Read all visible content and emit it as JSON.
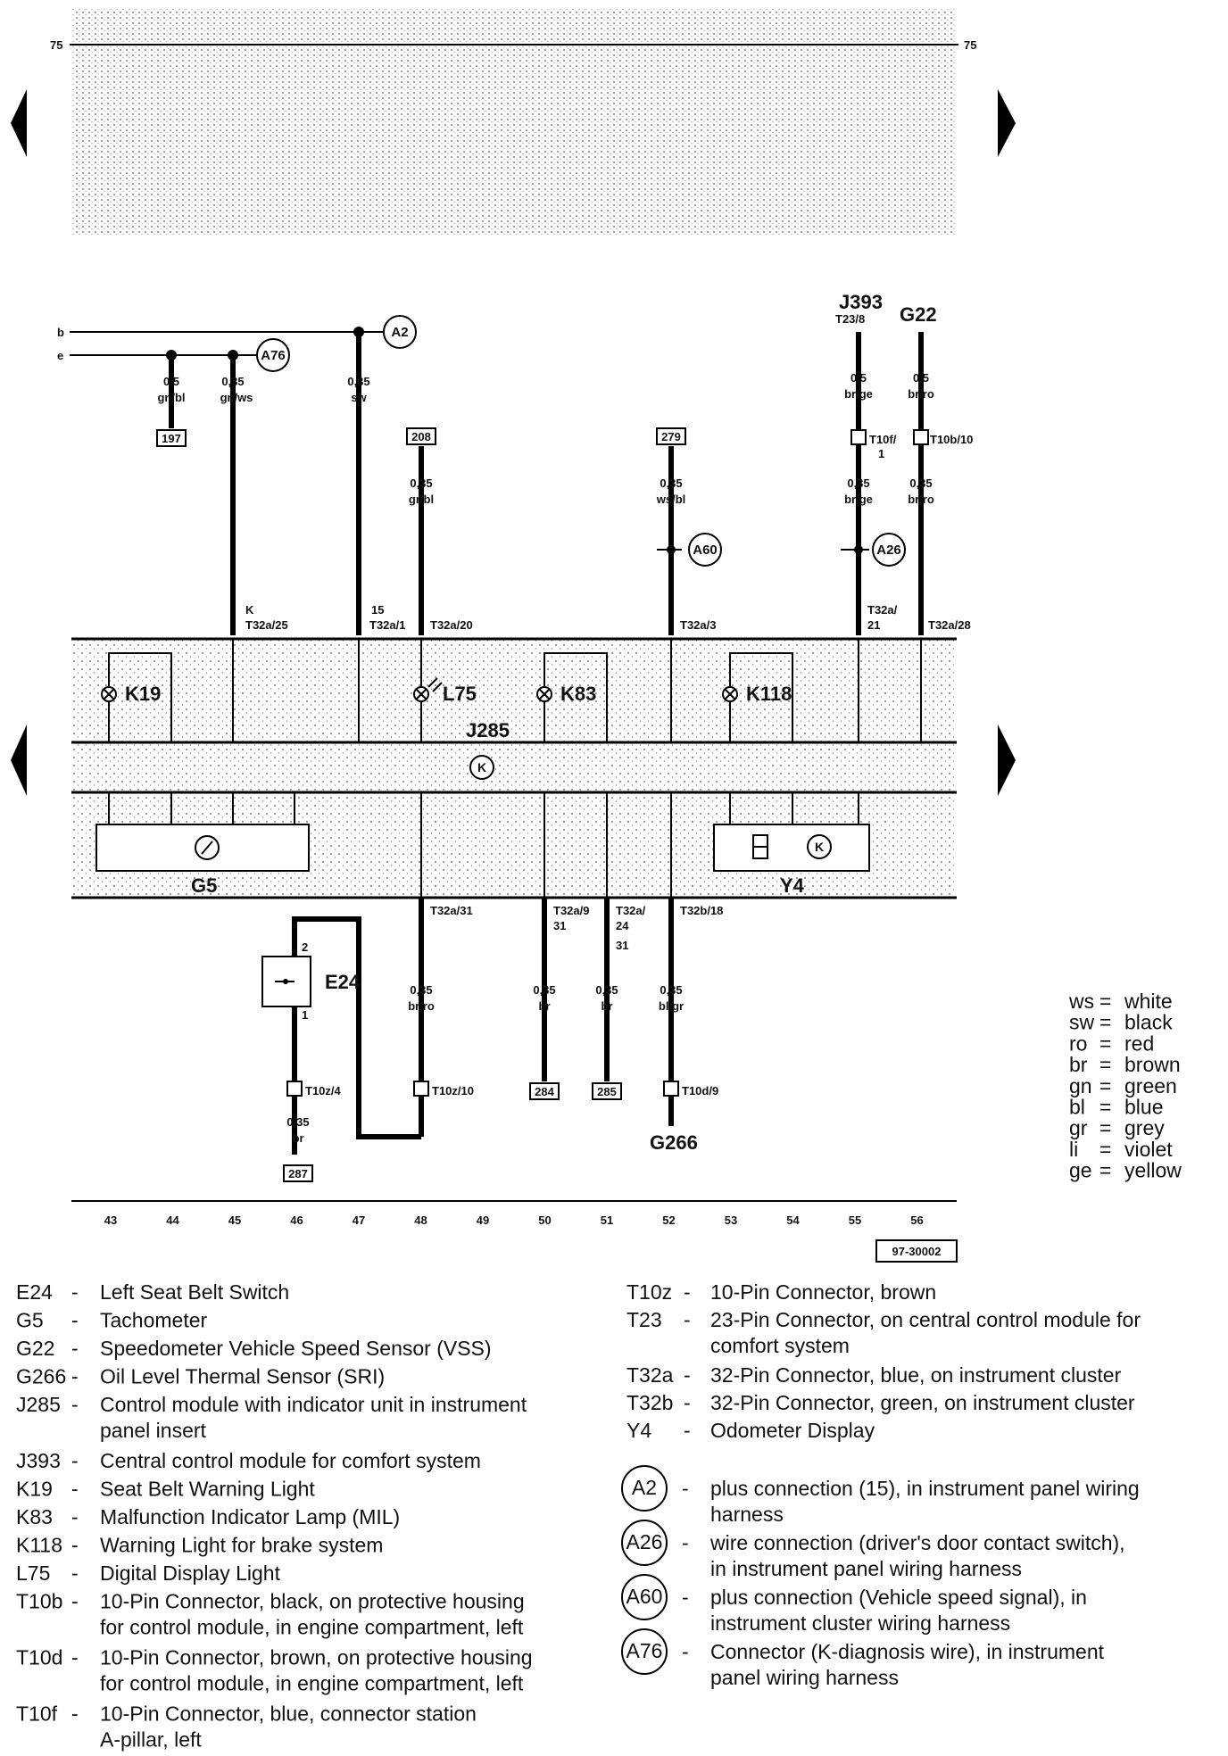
{
  "top_strip": {
    "left_mark": "75",
    "right_mark": "75"
  },
  "bus": {
    "b": "b",
    "e": "e"
  },
  "connectors": {
    "A2": "A2",
    "A76": "A76",
    "A60": "A60",
    "A26": "A26",
    "K_mark": "K"
  },
  "components": {
    "J393": "J393",
    "J393_pin": "T23/8",
    "G22": "G22",
    "K19": "K19",
    "L75": "L75",
    "K83": "K83",
    "K118": "K118",
    "J285": "J285",
    "G5": "G5",
    "Y4": "Y4",
    "E24": "E24",
    "G266": "G266"
  },
  "wire_labels": {
    "w1_size": "0,5",
    "w1_color": "gn/bl",
    "w2_size": "0,35",
    "w2_color": "gn/ws",
    "w3_size": "0,35",
    "w3_color": "sw",
    "w4_size": "0,35",
    "w4_color": "gr/bl",
    "w5_size": "0,35",
    "w5_color": "ws/bl",
    "w6a_size": "0,5",
    "w6a_color": "br/ge",
    "w6b_size": "0,35",
    "w6b_color": "br/ge",
    "w7a_size": "0,5",
    "w7a_color": "br/ro",
    "w7b_size": "0,35",
    "w7b_color": "br/ro",
    "w8_size": "0,35",
    "w8_color": "br/ro",
    "w9_size": "0,35",
    "w9_color": "br",
    "w10_size": "0,35",
    "w10_color": "br",
    "w11_size": "0,35",
    "w11_color": "bl/gr",
    "w12_size": "0,35",
    "w12_color": "br"
  },
  "refs": {
    "r197": "197",
    "r208": "208",
    "r279": "279",
    "r284": "284",
    "r285": "285",
    "r287": "287"
  },
  "pins": {
    "p25_k": "K",
    "p25": "T32a/25",
    "p1_15": "15",
    "p1": "T32a/1",
    "p20": "T32a/20",
    "p3": "T32a/3",
    "p21a": "T32a/",
    "p21b": "21",
    "p28": "T32a/28",
    "t10f_a": "T10f/",
    "t10f_b": "1",
    "t10b": "T10b/10",
    "p31": "T32a/31",
    "p9a": "T32a/9",
    "p9b": "31",
    "p24a": "T32a/",
    "p24b": "24",
    "p24c": "31",
    "p18": "T32b/18",
    "e24_2": "2",
    "e24_1": "1",
    "t10z4": "T10z/4",
    "t10z10": "T10z/10",
    "t10d9": "T10d/9"
  },
  "scale": [
    "43",
    "44",
    "45",
    "46",
    "47",
    "48",
    "49",
    "50",
    "51",
    "52",
    "53",
    "54",
    "55",
    "56"
  ],
  "doc_number": "97-30002",
  "color_legend": [
    {
      "code": "ws",
      "eq": "=",
      "name": "white"
    },
    {
      "code": "sw",
      "eq": "=",
      "name": "black"
    },
    {
      "code": "ro",
      "eq": "=",
      "name": "red"
    },
    {
      "code": "br",
      "eq": "=",
      "name": "brown"
    },
    {
      "code": "gn",
      "eq": "=",
      "name": "green"
    },
    {
      "code": "bl",
      "eq": "=",
      "name": "blue"
    },
    {
      "code": "gr",
      "eq": "=",
      "name": "grey"
    },
    {
      "code": "li",
      "eq": "=",
      "name": "violet"
    },
    {
      "code": "ge",
      "eq": "=",
      "name": "yellow"
    }
  ],
  "legend_left": [
    {
      "code": "E24",
      "dash": "-",
      "lines": [
        "Left Seat Belt Switch"
      ]
    },
    {
      "code": "G5",
      "dash": "-",
      "lines": [
        "Tachometer"
      ]
    },
    {
      "code": "G22",
      "dash": "-",
      "lines": [
        "Speedometer Vehicle Speed Sensor (VSS)"
      ]
    },
    {
      "code": "G266",
      "dash": "-",
      "lines": [
        "Oil Level Thermal Sensor (SRI)"
      ]
    },
    {
      "code": "J285",
      "dash": "-",
      "lines": [
        "Control module with indicator unit in instrument",
        "panel insert"
      ]
    },
    {
      "code": "J393",
      "dash": "-",
      "lines": [
        "Central control module for comfort system"
      ]
    },
    {
      "code": "K19",
      "dash": "-",
      "lines": [
        "Seat Belt Warning Light"
      ]
    },
    {
      "code": "K83",
      "dash": "-",
      "lines": [
        "Malfunction Indicator Lamp (MIL)"
      ]
    },
    {
      "code": "K118",
      "dash": "-",
      "lines": [
        "Warning Light for brake system"
      ]
    },
    {
      "code": "L75",
      "dash": "-",
      "lines": [
        "Digital Display Light"
      ]
    },
    {
      "code": "T10b",
      "dash": "-",
      "lines": [
        "10-Pin Connector, black, on protective housing",
        "for control module, in engine compartment, left"
      ]
    },
    {
      "code": "T10d",
      "dash": "-",
      "lines": [
        "10-Pin Connector, brown, on protective housing",
        "for control module, in engine compartment, left"
      ]
    },
    {
      "code": "T10f",
      "dash": "-",
      "lines": [
        "10-Pin Connector, blue, connector station",
        "A-pillar, left"
      ]
    }
  ],
  "legend_right": [
    {
      "code": "T10z",
      "dash": "-",
      "lines": [
        "10-Pin Connector, brown"
      ]
    },
    {
      "code": "T23",
      "dash": "-",
      "lines": [
        "23-Pin Connector, on central control module for",
        "comfort system"
      ]
    },
    {
      "code": "T32a",
      "dash": "-",
      "lines": [
        "32-Pin Connector, blue, on instrument cluster"
      ]
    },
    {
      "code": "T32b",
      "dash": "-",
      "lines": [
        "32-Pin Connector, green, on instrument cluster"
      ]
    },
    {
      "code": "Y4",
      "dash": "-",
      "lines": [
        "Odometer Display"
      ]
    }
  ],
  "legend_circles": [
    {
      "code": "A2",
      "dash": "-",
      "lines": [
        "plus connection (15), in instrument panel wiring",
        "harness"
      ]
    },
    {
      "code": "A26",
      "dash": "-",
      "lines": [
        "wire connection (driver's door contact switch),",
        "in instrument panel wiring harness"
      ]
    },
    {
      "code": "A60",
      "dash": "-",
      "lines": [
        "plus connection (Vehicle speed signal), in",
        "instrument cluster wiring harness"
      ]
    },
    {
      "code": "A76",
      "dash": "-",
      "lines": [
        "Connector (K-diagnosis wire), in instrument",
        "panel wiring harness"
      ]
    }
  ]
}
